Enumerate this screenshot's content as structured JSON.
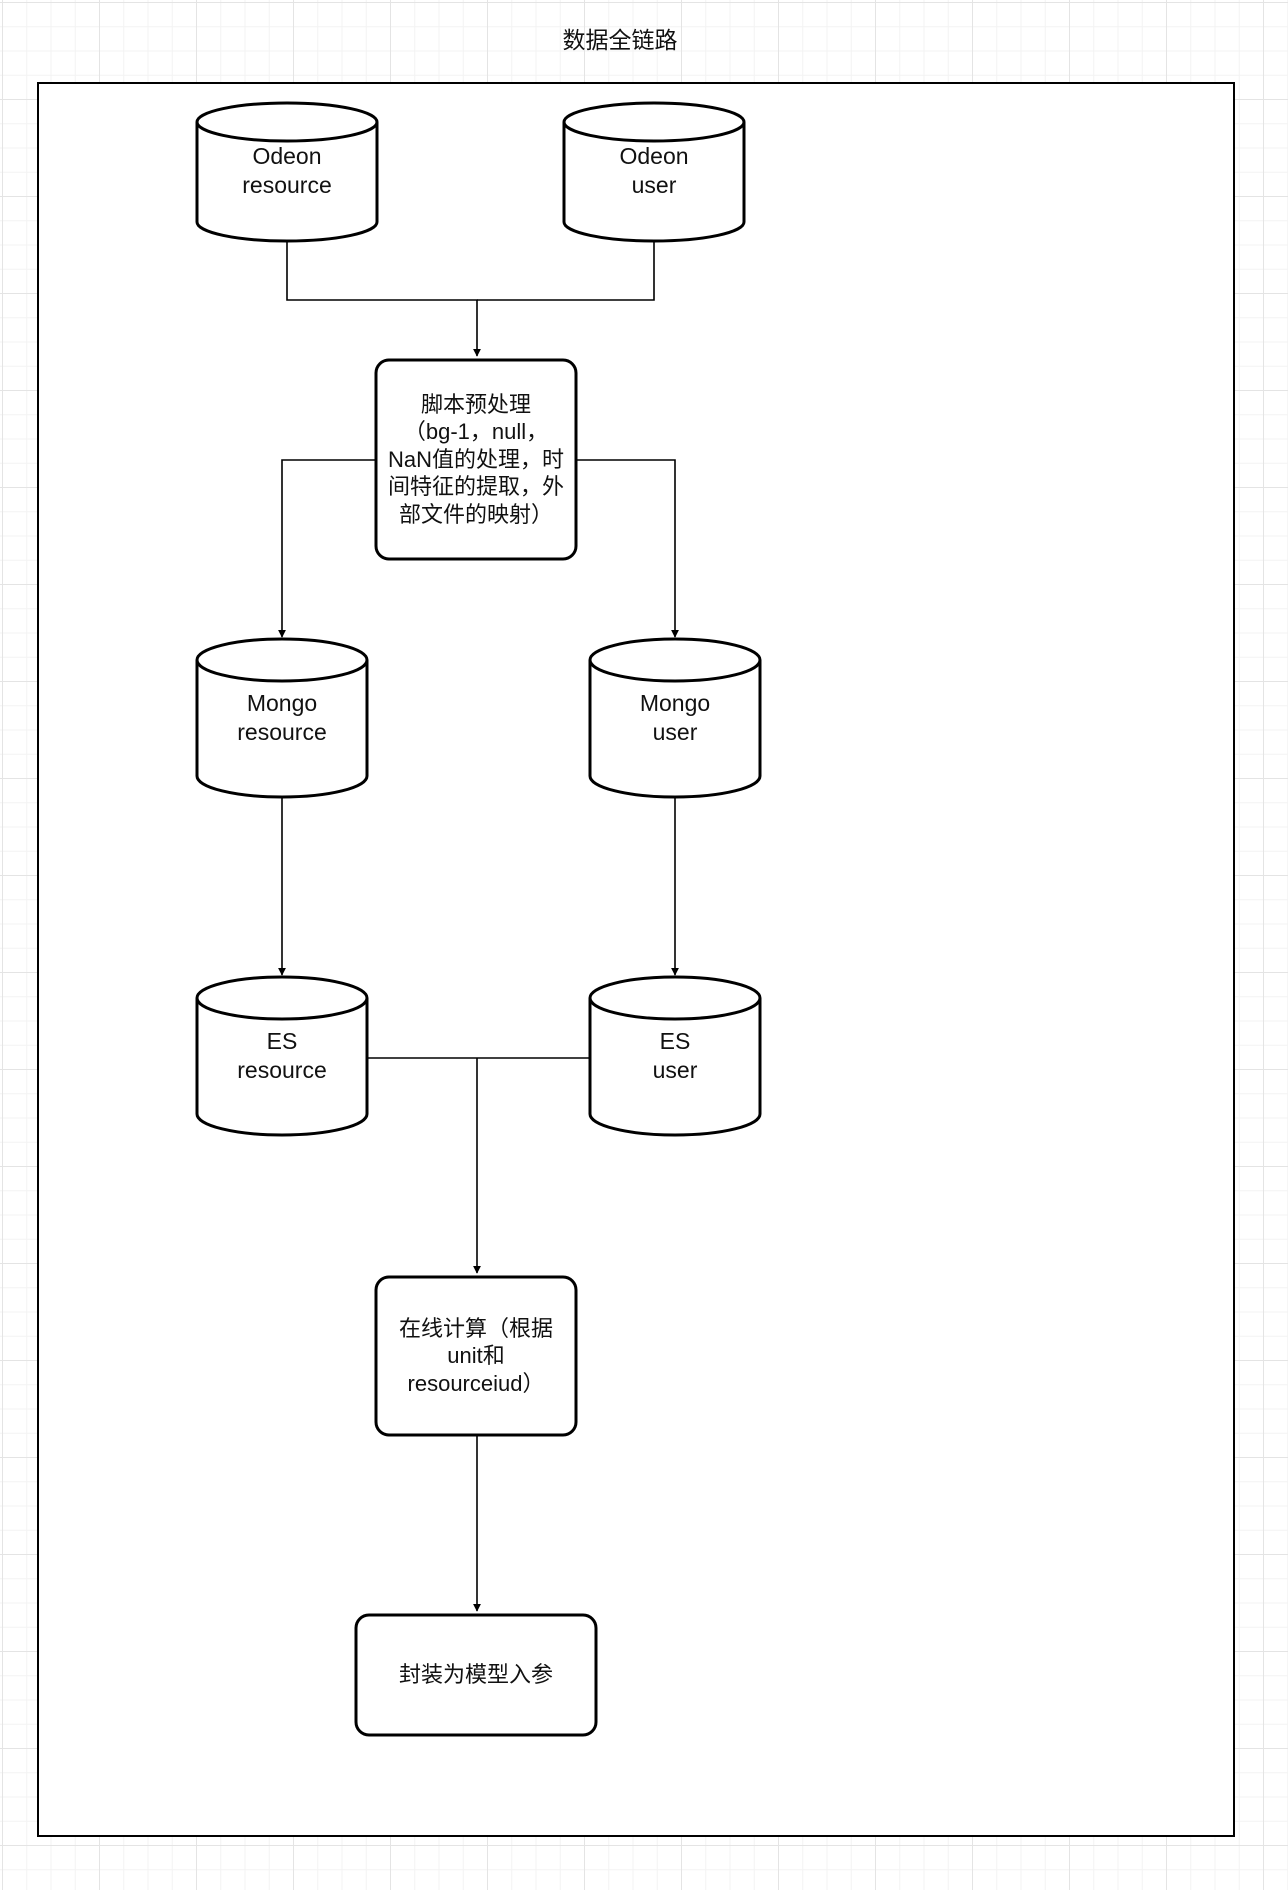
{
  "diagram": {
    "title": "数据全链路",
    "nodes": {
      "odeon_resource": "Odeon\nresource",
      "odeon_user": "Odeon\nuser",
      "preprocess": "脚本预处理\n（bg-1，null，\nNaN值的处理，时\n间特征的提取，外\n部文件的映射）",
      "mongo_resource": "Mongo\nresource",
      "mongo_user": "Mongo\nuser",
      "es_resource": "ES\nresource",
      "es_user": "ES\nuser",
      "online_compute": "在线计算（根据\nunit和\nresourceiud）",
      "package_params": "封装为模型入参"
    }
  }
}
